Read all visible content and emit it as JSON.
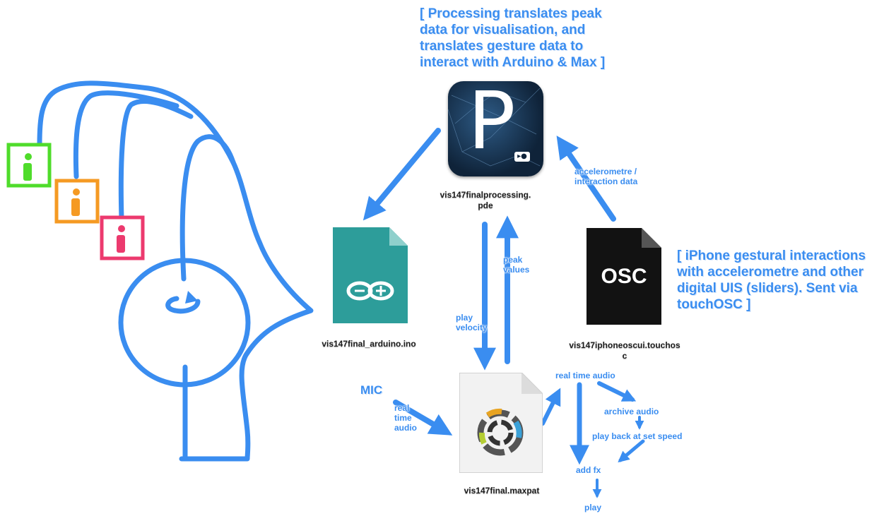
{
  "notes": {
    "processing": "[ Processing translates peak data for visualisation, and translates gesture data to interact with Arduino & Max ]",
    "iphone": "[ iPhone gestural interactions with accelerometre and other digital UIS (sliders). Sent via touchOSC ]"
  },
  "files": {
    "processing": "vis147finalprocessing.pde",
    "arduino": "vis147final_arduino.ino",
    "osc": "vis147iphoneoscui.touchosc",
    "max": "vis147final.maxpat"
  },
  "icons": {
    "processing": {
      "letter": "P",
      "name": "processing-icon"
    },
    "arduino": {
      "name": "arduino-icon"
    },
    "osc": {
      "text": "OSC",
      "name": "osc-file-icon"
    },
    "max": {
      "name": "max-patch-icon"
    }
  },
  "edges": {
    "accelerometre": "accelerometre / interaction data",
    "peak_values": "peak values",
    "play_velocity": "play velocity",
    "mic": "MIC",
    "real_time_audio_in": "real time audio",
    "real_time_audio_out": "real time audio",
    "archive_audio": "archive audio",
    "play_back": "play back at set speed",
    "add_fx": "add fx",
    "play": "play"
  },
  "colors": {
    "accent": "#3a8df0",
    "sensor_green": "#4fdc2b",
    "sensor_orange": "#f59a23",
    "sensor_pink": "#ec3a6e",
    "arduino_teal": "#2d9d9a",
    "processing_dark": "#0f2339"
  }
}
